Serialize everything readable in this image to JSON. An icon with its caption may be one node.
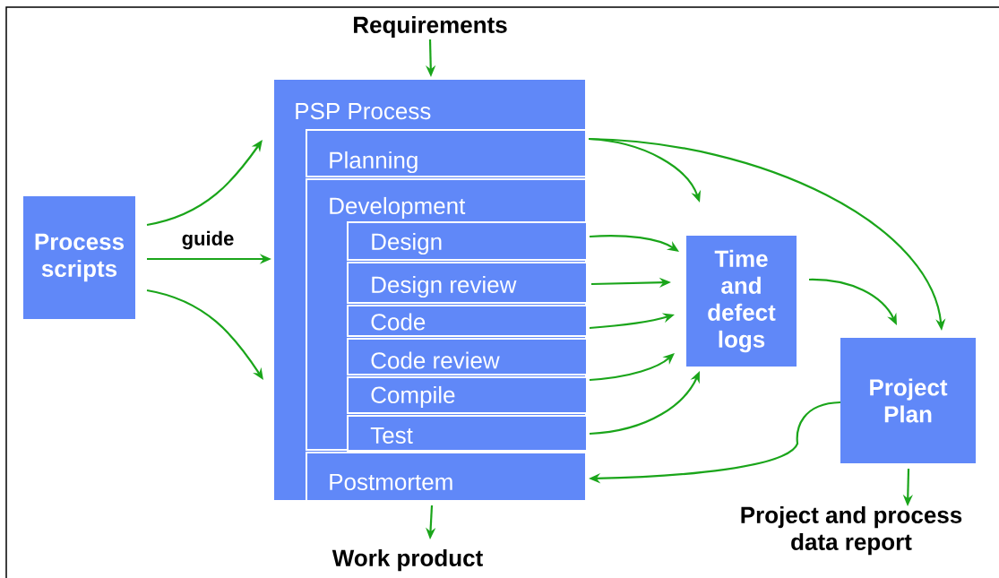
{
  "diagram": {
    "nodes": [
      {
        "text": [
          "Requirements"
        ]
      },
      {
        "text": [
          "Process scripts"
        ]
      },
      {
        "text": [
          "PSP Process"
        ]
      },
      {
        "text": [
          "Planning"
        ],
        "in": 2
      },
      {
        "text": [
          "Development"
        ],
        "in": 2
      },
      {
        "text": [
          "Design"
        ],
        "in": 4
      },
      {
        "text": [
          "Design review"
        ],
        "in": 4
      },
      {
        "text": [
          "Code"
        ],
        "in": 4
      },
      {
        "text": [
          "Code review"
        ],
        "in": 4
      },
      {
        "text": [
          "Compile"
        ],
        "in": 4
      },
      {
        "text": [
          "Test"
        ],
        "in": 4
      },
      {
        "text": [
          "Postmortem"
        ],
        "in": 2
      },
      {
        "text": [
          "Time and defect logs"
        ]
      },
      {
        "text": [
          "Project Plan"
        ]
      },
      {
        "text": [
          "Work product"
        ]
      },
      {
        "text": [
          "Project and process data report"
        ]
      }
    ],
    "edges": [
      {
        "from": 0,
        "to": 2,
        "arrow": "to"
      },
      {
        "from": 1,
        "to": 2,
        "arrow": "to"
      },
      {
        "from": 1,
        "to": 2,
        "arrow": "to",
        "label": "guide"
      },
      {
        "from": 1,
        "to": 2,
        "arrow": "to"
      },
      {
        "from": 3,
        "to": 12,
        "arrow": "to"
      },
      {
        "from": 3,
        "to": 13,
        "arrow": "to"
      },
      {
        "from": 5,
        "to": 12,
        "arrow": "to"
      },
      {
        "from": 6,
        "to": 12,
        "arrow": "to"
      },
      {
        "from": 7,
        "to": 12,
        "arrow": "to"
      },
      {
        "from": 9,
        "to": 12,
        "arrow": "to"
      },
      {
        "from": 10,
        "to": 12,
        "arrow": "to"
      },
      {
        "from": 12,
        "to": 13,
        "arrow": "to"
      },
      {
        "from": 13,
        "to": 11,
        "arrow": "to"
      },
      {
        "from": 11,
        "to": 14,
        "arrow": "to"
      },
      {
        "from": 13,
        "to": 15,
        "arrow": "to"
      }
    ]
  }
}
